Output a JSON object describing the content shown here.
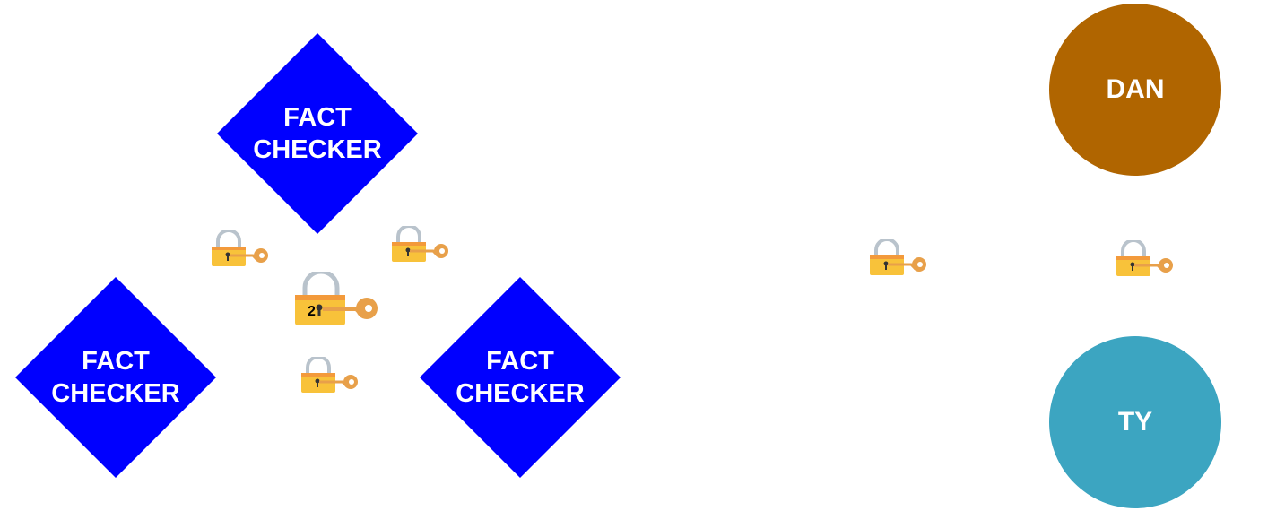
{
  "nodes": {
    "fact_checker_top": {
      "label": "FACT\nCHECKER",
      "color": "#0000FF"
    },
    "fact_checker_left": {
      "label": "FACT\nCHECKER",
      "color": "#0000FF"
    },
    "fact_checker_right": {
      "label": "FACT\nCHECKER",
      "color": "#0000FF"
    },
    "dan": {
      "label": "DAN",
      "color": "#B06500"
    },
    "ty": {
      "label": "TY",
      "color": "#3CA5C1"
    }
  },
  "locks": {
    "center": {
      "count": "2"
    }
  },
  "icons": {
    "lock": "locked-with-key-icon"
  },
  "colors": {
    "lock_body": "#F8C23A",
    "lock_shackle": "#B9C3CC",
    "key": "#E8A04A"
  }
}
